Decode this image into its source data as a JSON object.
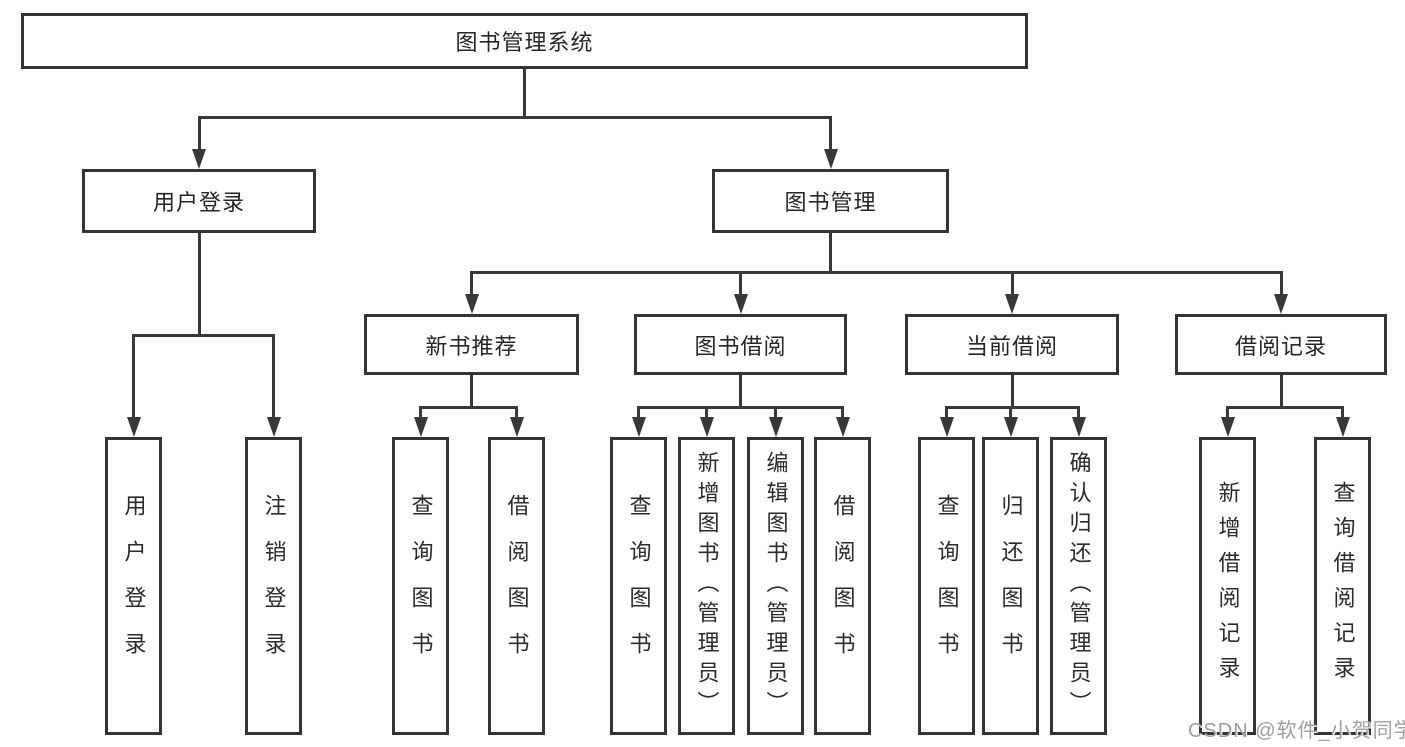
{
  "colors": {
    "background": "#ffffff",
    "box_border": "#343434",
    "box_fill": "#ffffff",
    "text": "#262626",
    "line": "#383838",
    "watermark": "#9f9f9f"
  },
  "watermark": {
    "text": "CSDN @软件_小贺同学"
  },
  "tree": {
    "label": "图书管理系统",
    "children": [
      {
        "label": "用户登录",
        "children": [
          {
            "label": "用户登录"
          },
          {
            "label": "注销登录"
          }
        ]
      },
      {
        "label": "图书管理",
        "children": [
          {
            "label": "新书推荐",
            "children": [
              {
                "label": "查询图书"
              },
              {
                "label": "借阅图书"
              }
            ]
          },
          {
            "label": "图书借阅",
            "children": [
              {
                "label": "查询图书"
              },
              {
                "label": "新增图书（管理员）"
              },
              {
                "label": "编辑图书（管理员）"
              },
              {
                "label": "借阅图书"
              }
            ]
          },
          {
            "label": "当前借阅",
            "children": [
              {
                "label": "查询图书"
              },
              {
                "label": "归还图书"
              },
              {
                "label": "确认归还（管理员）"
              }
            ]
          },
          {
            "label": "借阅记录",
            "children": [
              {
                "label": "新增借阅记录"
              },
              {
                "label": "查询借阅记录"
              }
            ]
          }
        ]
      }
    ]
  }
}
